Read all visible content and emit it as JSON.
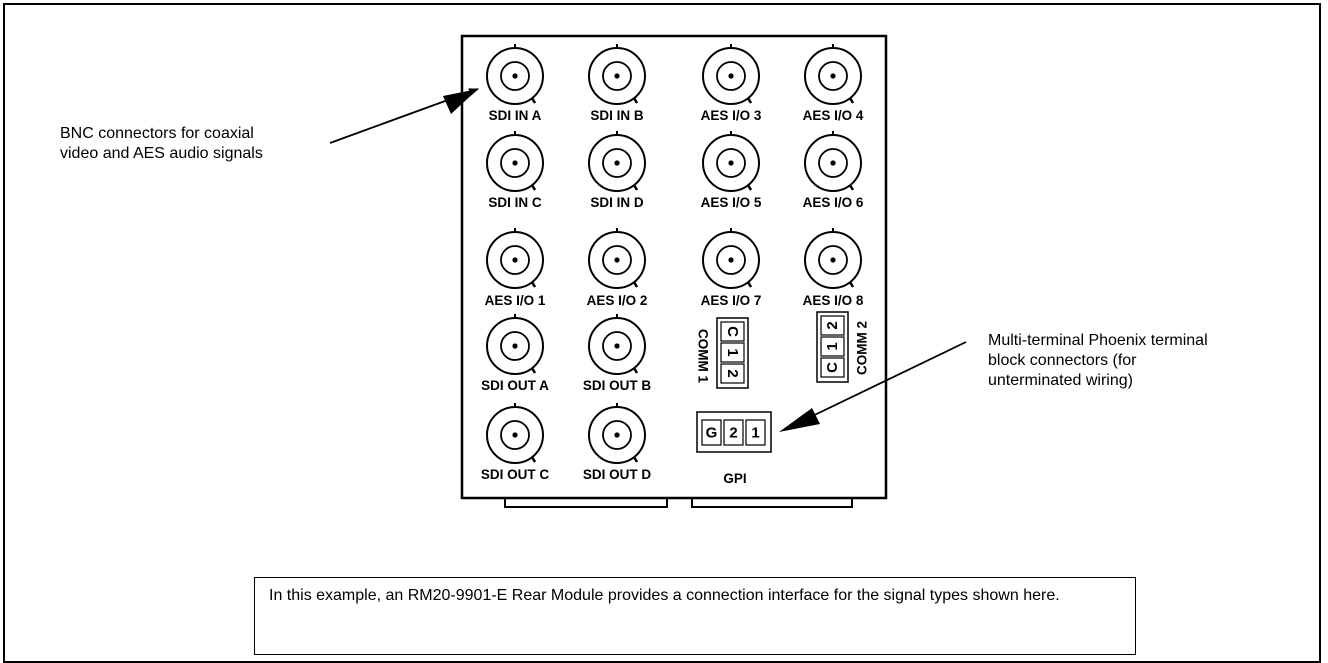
{
  "connectors": {
    "row1": [
      "SDI IN A",
      "SDI IN B",
      "AES I/O 3",
      "AES I/O 4"
    ],
    "row2": [
      "SDI IN C",
      "SDI IN D",
      "AES I/O 5",
      "AES I/O 6"
    ],
    "row3": [
      "AES I/O 1",
      "AES I/O 2",
      "AES I/O 7",
      "AES I/O 8"
    ],
    "row4": [
      "SDI OUT A",
      "SDI OUT B"
    ],
    "row5": [
      "SDI OUT C",
      "SDI OUT D"
    ]
  },
  "terminals": {
    "comm1": {
      "label": "COMM 1",
      "pins": [
        "C",
        "1",
        "2"
      ]
    },
    "comm2": {
      "label": "COMM 2",
      "pins": [
        "C",
        "1",
        "2"
      ]
    },
    "gpi": {
      "label": "GPI",
      "pins": [
        "G",
        "2",
        "1"
      ]
    }
  },
  "callouts": {
    "bnc": [
      "BNC connectors for coaxial",
      "video and AES audio signals"
    ],
    "phoenix": [
      "Multi-terminal Phoenix terminal",
      "block connectors (for",
      "unterminated wiring)"
    ]
  },
  "note": "In this example, an RM20-9901-E Rear Module provides a connection interface for the signal types shown here."
}
